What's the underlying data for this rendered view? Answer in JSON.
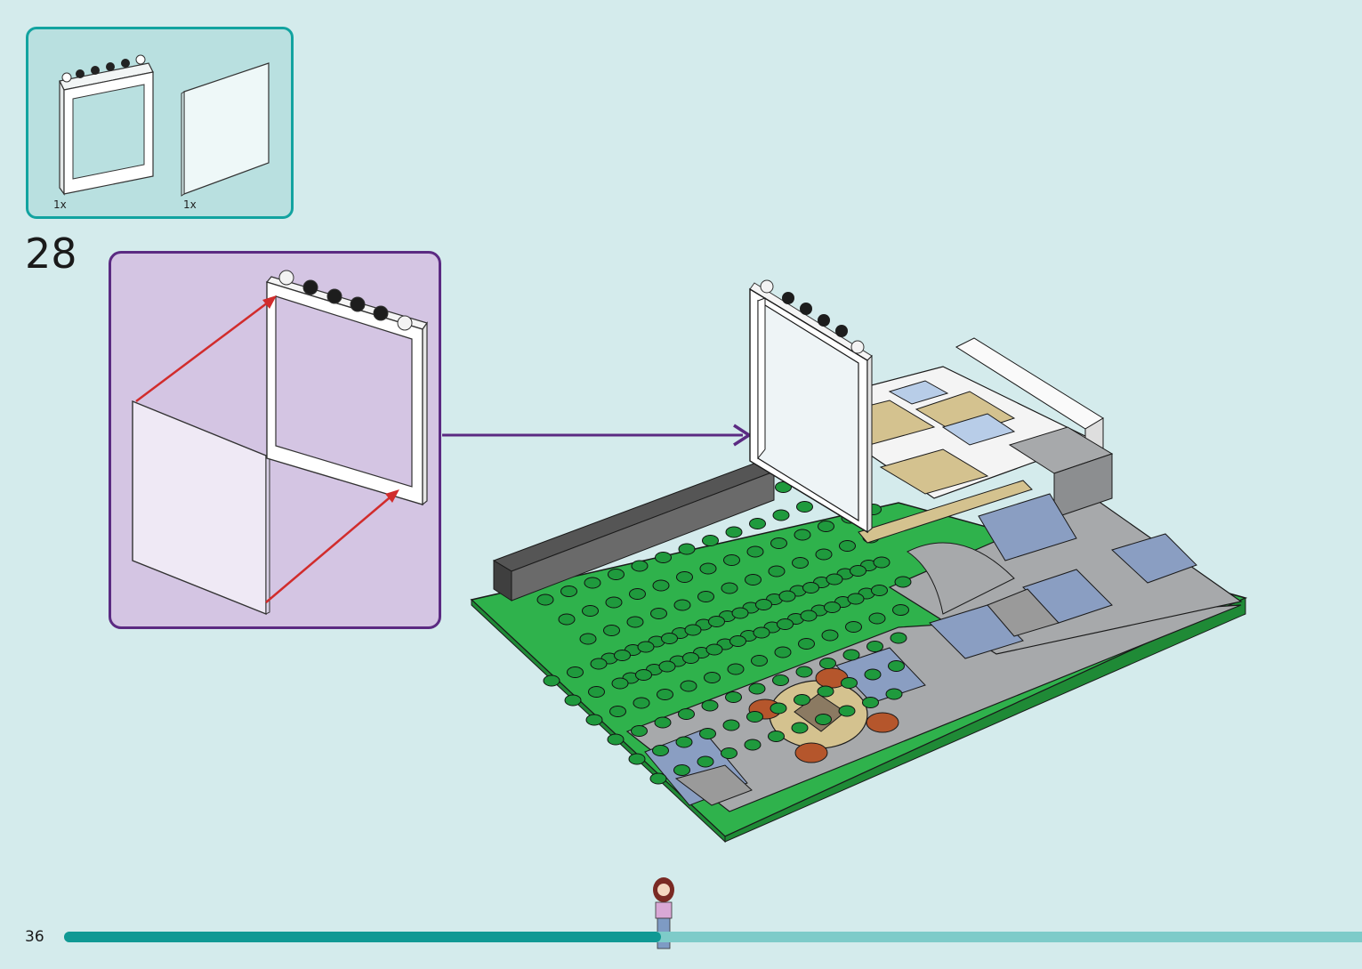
{
  "parts": [
    {
      "name": "window-frame",
      "quantity": "1x"
    },
    {
      "name": "window-glass",
      "quantity": "1x"
    }
  ],
  "step": {
    "number": "28"
  },
  "footer": {
    "page_number": "36",
    "progress": 0.46
  },
  "colors": {
    "page_background": "#d4ebec",
    "parts_box_border": "#12a3a0",
    "substep_box_border": "#5b2a82",
    "arrow_red": "#d12c2c",
    "arrow_purple": "#5b2a82",
    "baseplate_green": "#2fb24c",
    "tile_gray": "#a7a9ab",
    "tile_blue": "#8a9ec2",
    "tile_tan": "#d4c28f"
  },
  "icons": [
    "window-frame-icon",
    "window-glass-icon",
    "minifigure-icon"
  ]
}
